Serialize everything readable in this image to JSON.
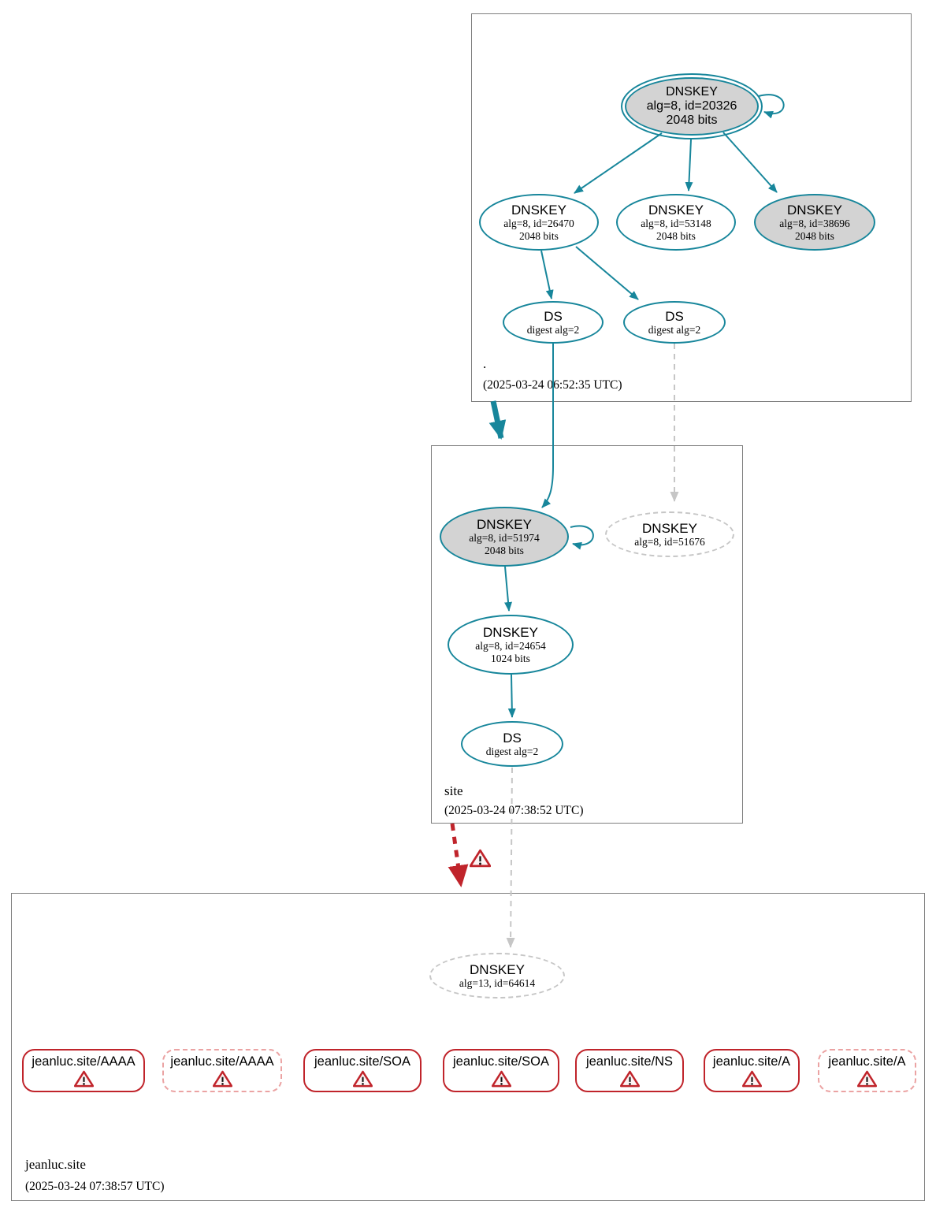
{
  "colors": {
    "secure_teal": "#17869b",
    "error_red": "#c0242b",
    "error_dashed_pink": "#eba3a3",
    "insecure_gray": "#c6c6c6",
    "key_fill_gray": "#d3d3d3"
  },
  "icons": {
    "warning-icon": "⚠"
  },
  "root_zone": {
    "label": ".",
    "timestamp": "(2025-03-24 06:52:35 UTC)",
    "ksk_20326": {
      "title": "DNSKEY",
      "line1": "alg=8, id=20326",
      "line2": "2048 bits"
    },
    "key_26470": {
      "title": "DNSKEY",
      "line1": "alg=8, id=26470",
      "line2": "2048 bits"
    },
    "key_53148": {
      "title": "DNSKEY",
      "line1": "alg=8, id=53148",
      "line2": "2048 bits"
    },
    "key_38696": {
      "title": "DNSKEY",
      "line1": "alg=8, id=38696",
      "line2": "2048 bits"
    },
    "ds_left": {
      "title": "DS",
      "line1": "digest alg=2"
    },
    "ds_right": {
      "title": "DS",
      "line1": "digest alg=2"
    }
  },
  "site_zone": {
    "label": "site",
    "timestamp": "(2025-03-24 07:38:52 UTC)",
    "ksk_51974": {
      "title": "DNSKEY",
      "line1": "alg=8, id=51974",
      "line2": "2048 bits"
    },
    "key_51676": {
      "title": "DNSKEY",
      "line1": "alg=8, id=51676"
    },
    "key_24654": {
      "title": "DNSKEY",
      "line1": "alg=8, id=24654",
      "line2": "1024 bits"
    },
    "ds": {
      "title": "DS",
      "line1": "digest alg=2"
    }
  },
  "jeanluc_zone": {
    "label": "jeanluc.site",
    "timestamp": "(2025-03-24 07:38:57 UTC)",
    "key_64614": {
      "title": "DNSKEY",
      "line1": "alg=13, id=64614"
    },
    "rrsets": [
      {
        "label": "jeanluc.site/AAAA",
        "style": "solid"
      },
      {
        "label": "jeanluc.site/AAAA",
        "style": "dashed"
      },
      {
        "label": "jeanluc.site/SOA",
        "style": "solid"
      },
      {
        "label": "jeanluc.site/SOA",
        "style": "solid"
      },
      {
        "label": "jeanluc.site/NS",
        "style": "solid"
      },
      {
        "label": "jeanluc.site/A",
        "style": "solid"
      },
      {
        "label": "jeanluc.site/A",
        "style": "dashed"
      }
    ]
  }
}
